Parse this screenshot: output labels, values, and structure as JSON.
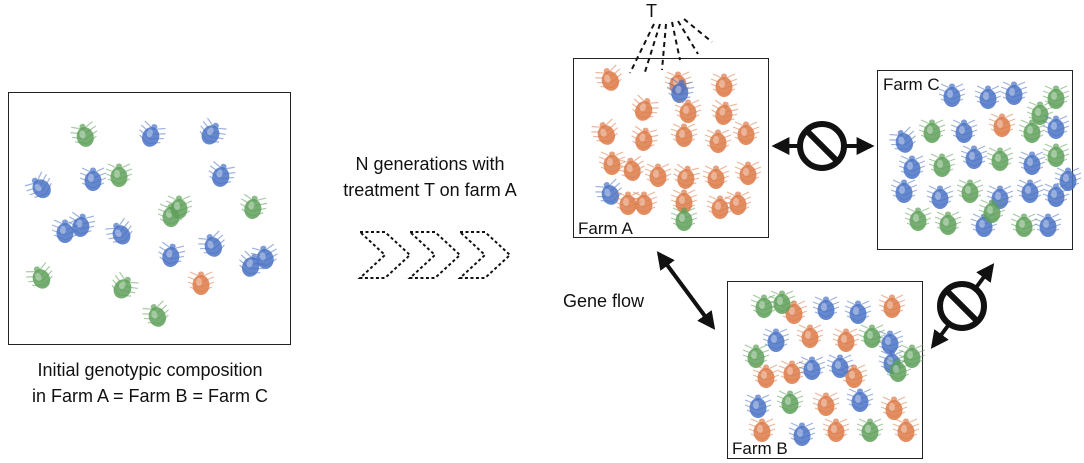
{
  "initial": {
    "caption_line1": "Initial genotypic composition",
    "caption_line2": "in Farm A = Farm B = Farm C",
    "mites": [
      "green",
      "blue",
      "blue",
      "blue",
      "green",
      "blue",
      "blue",
      "blue",
      "green",
      "blue",
      "green",
      "green",
      "blue",
      "orange",
      "blue",
      "blue",
      "green",
      "blue",
      "green",
      "blue",
      "green"
    ]
  },
  "process": {
    "line1": "N generations with",
    "line2": "treatment T on farm A"
  },
  "treatment_label": "T",
  "gene_flow_label": "Gene flow",
  "farms": {
    "a": {
      "label": "Farm A",
      "mites": [
        "orange",
        "orange",
        "blue",
        "orange",
        "orange",
        "orange",
        "orange",
        "orange",
        "orange",
        "orange",
        "orange",
        "orange",
        "orange",
        "orange",
        "orange",
        "orange",
        "orange",
        "orange",
        "orange",
        "orange",
        "blue",
        "orange",
        "orange",
        "green",
        "orange"
      ]
    },
    "b": {
      "label": "Farm B",
      "mites": [
        "green",
        "orange",
        "blue",
        "blue",
        "orange",
        "blue",
        "orange",
        "orange",
        "blue",
        "green",
        "orange",
        "blue",
        "orange",
        "blue",
        "green",
        "blue",
        "green",
        "orange",
        "blue",
        "orange",
        "orange",
        "blue",
        "orange",
        "green",
        "orange",
        "green",
        "blue",
        "orange",
        "green",
        "green"
      ]
    },
    "c": {
      "label": "Farm C",
      "mites": [
        "blue",
        "blue",
        "green",
        "blue",
        "green",
        "blue",
        "blue",
        "orange",
        "green",
        "blue",
        "green",
        "blue",
        "green",
        "blue",
        "green",
        "blue",
        "blue",
        "green",
        "blue",
        "blue",
        "blue",
        "green",
        "green",
        "blue",
        "green",
        "blue",
        "green",
        "blue",
        "green",
        "blue"
      ]
    }
  },
  "colors": {
    "blue": "#4a72c4",
    "green": "#5fa05a",
    "orange": "#dd7a48",
    "line": "#111111"
  }
}
